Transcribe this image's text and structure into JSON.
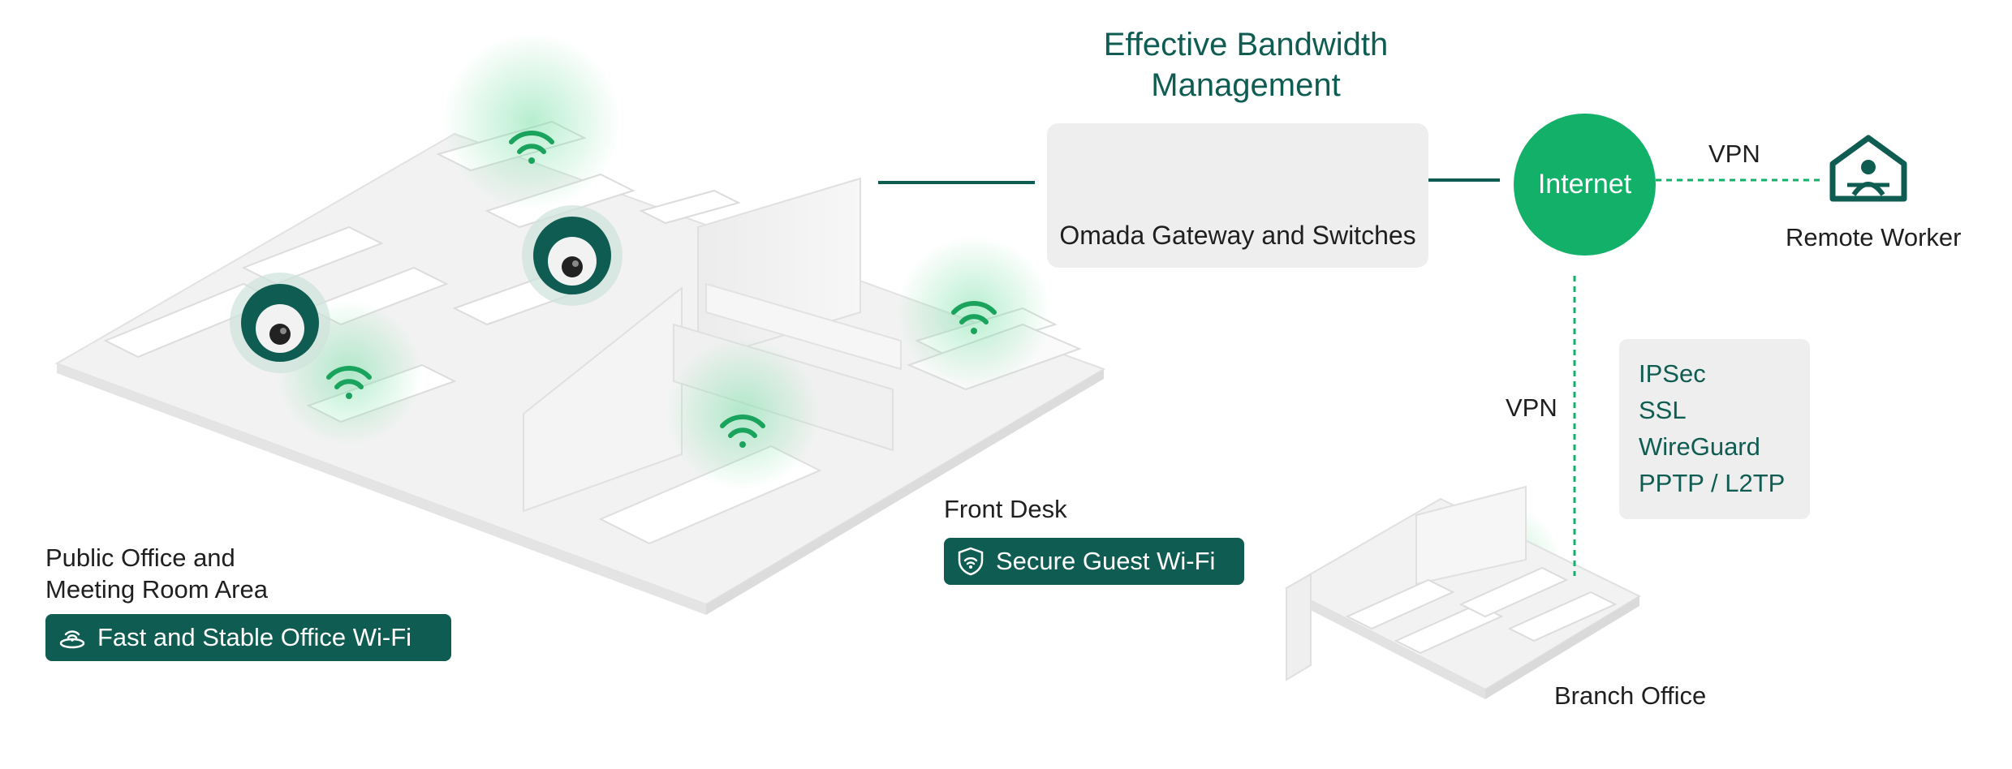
{
  "header": {
    "title_line1": "Effective Bandwidth",
    "title_line2": "Management"
  },
  "gateway": {
    "label": "Omada Gateway and Switches",
    "switch_top_icon": "switch-icon",
    "gateway_bottom_icon": "gateway-icon"
  },
  "internet": {
    "label": "Internet"
  },
  "remote": {
    "vpn_label": "VPN",
    "label": "Remote Worker",
    "icon": "home-worker-icon"
  },
  "branch_link": {
    "vpn_label": "VPN"
  },
  "protocols": {
    "items": [
      "IPSec",
      "SSL",
      "WireGuard",
      "PPTP / L2TP"
    ]
  },
  "front_desk": {
    "label": "Front Desk",
    "badge_label": "Secure Guest Wi-Fi",
    "badge_icon": "shield-wifi-icon"
  },
  "public_office": {
    "label_line1": "Public Office and",
    "label_line2": "Meeting Room Area",
    "badge_label": "Fast and Stable Office Wi-Fi",
    "badge_icon": "access-point-icon"
  },
  "branch": {
    "label": "Branch Office"
  },
  "colors": {
    "brand_dark": "#0f5c52",
    "internet_green": "#13b06a",
    "wifi_green": "#19a35c",
    "panel_gray": "#eeeeee"
  }
}
